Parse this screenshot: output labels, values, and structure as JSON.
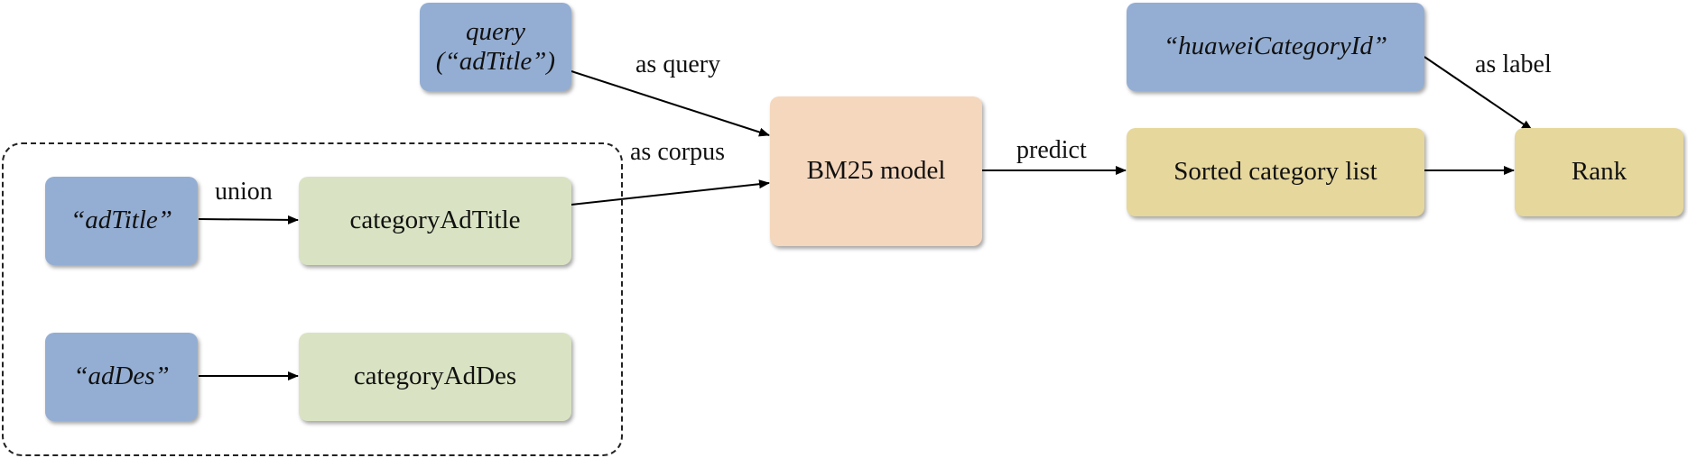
{
  "nodes": {
    "query": {
      "line1": "query",
      "line2": "(“adTitle”)"
    },
    "adtitle": "“adTitle”",
    "addes": "“adDes”",
    "category_ad_title": "categoryAdTitle",
    "category_ad_des": "categoryAdDes",
    "bm25": "BM25 model",
    "huawei": "“huaweiCategoryId”",
    "sorted": "Sorted category list",
    "rank": "Rank"
  },
  "edges": {
    "as_query": "as query",
    "as_corpus": "as corpus",
    "union": "union",
    "predict": "predict",
    "as_label": "as label"
  },
  "colors": {
    "input": "#94aed3",
    "category": "#d9e3c3",
    "model": "#f5d7bd",
    "output": "#e6d79c"
  }
}
